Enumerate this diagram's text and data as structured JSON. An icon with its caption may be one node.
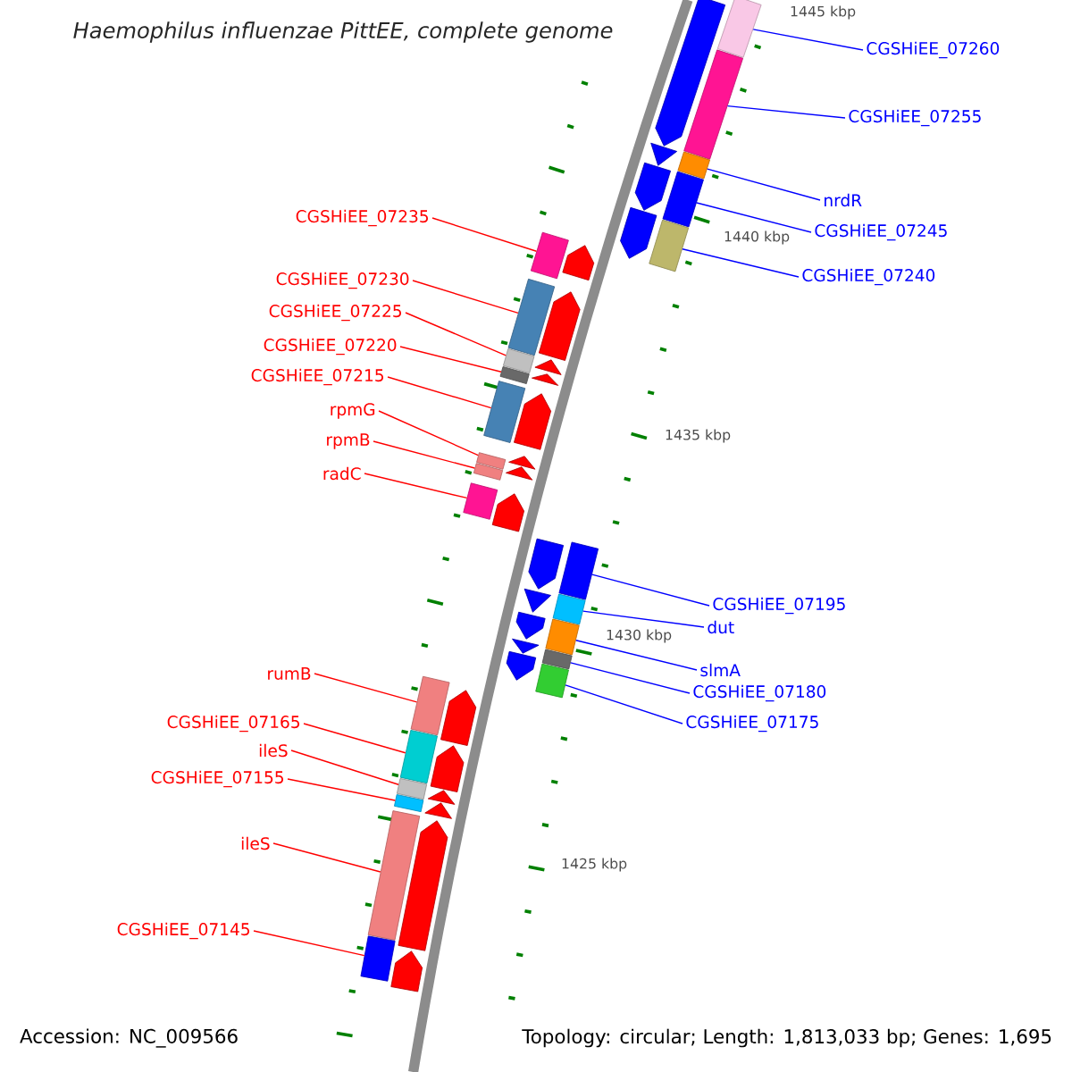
{
  "diagram": {
    "title": "Haemophilus influenzae PittEE, complete genome",
    "nodes": [
      {
        "text": [
          "CGSHiEE_07260"
        ]
      },
      {
        "text": [
          "CGSHiEE_07255"
        ]
      },
      {
        "text": [
          "nrdR"
        ]
      },
      {
        "text": [
          "CGSHiEE_07235"
        ]
      },
      {
        "text": [
          "CGSHiEE_07245"
        ]
      },
      {
        "text": [
          "CGSHiEE_07240"
        ]
      },
      {
        "text": [
          "CGSHiEE_07230"
        ]
      },
      {
        "text": [
          "CGSHiEE_07225"
        ]
      },
      {
        "text": [
          "CGSHiEE_07220"
        ]
      },
      {
        "text": [
          "CGSHiEE_07215"
        ]
      },
      {
        "text": [
          "rpmG"
        ]
      },
      {
        "text": [
          "rpmB"
        ]
      },
      {
        "text": [
          "radC"
        ]
      },
      {
        "text": [
          "CGSHiEE_07195"
        ]
      },
      {
        "text": [
          "dut"
        ]
      },
      {
        "text": [
          "slmA"
        ]
      },
      {
        "text": [
          "rumB"
        ]
      },
      {
        "text": [
          "CGSHiEE_07180"
        ]
      },
      {
        "text": [
          "CGSHiEE_07175"
        ]
      },
      {
        "text": [
          "CGSHiEE_07165"
        ]
      },
      {
        "text": [
          "ileS"
        ]
      },
      {
        "text": [
          "CGSHiEE_07155"
        ]
      },
      {
        "text": [
          "ileS"
        ]
      },
      {
        "text": [
          "CGSHiEE_07145"
        ]
      },
      {
        "text": [],
        "shape": "bar"
      },
      {
        "text": [],
        "shape": "bar"
      },
      {
        "text": [],
        "shape": "bar"
      },
      {
        "text": [],
        "shape": "bar"
      },
      {
        "text": [],
        "shape": "bar"
      },
      {
        "text": [],
        "shape": "bar"
      },
      {
        "text": [],
        "shape": "bar"
      },
      {
        "text": [],
        "shape": "bar"
      },
      {
        "text": [],
        "shape": "bar"
      },
      {
        "text": [],
        "shape": "bar"
      },
      {
        "text": [],
        "shape": "bar"
      },
      {
        "text": [],
        "shape": "bar"
      },
      {
        "text": [],
        "shape": "bar"
      },
      {
        "text": [],
        "shape": "bar"
      },
      {
        "text": [],
        "shape": "bar"
      },
      {
        "text": [],
        "shape": "bar"
      },
      {
        "text": [],
        "shape": "bar"
      },
      {
        "text": [],
        "shape": "bar"
      },
      {
        "text": [],
        "shape": "bar"
      },
      {
        "text": [],
        "shape": "bar"
      },
      {
        "text": [],
        "shape": "bar"
      },
      {
        "text": [],
        "shape": "bar"
      },
      {
        "text": [],
        "shape": "bar"
      },
      {
        "text": [],
        "shape": "bar"
      },
      {
        "text": [],
        "shape": "pentagon"
      },
      {
        "text": [],
        "shape": "pentagon"
      },
      {
        "text": [],
        "shape": "pentagon"
      },
      {
        "text": [],
        "shape": "pentagon"
      },
      {
        "text": [],
        "shape": "pentagon"
      },
      {
        "text": [],
        "shape": "pentagon"
      },
      {
        "text": [],
        "shape": "pentagon"
      },
      {
        "text": [],
        "shape": "pentagon"
      },
      {
        "text": [],
        "shape": "pentagon"
      },
      {
        "text": [],
        "shape": "pentagon"
      },
      {
        "text": [],
        "shape": "pentagon"
      },
      {
        "text": [],
        "shape": "pentagon"
      },
      {
        "text": [],
        "shape": "pentagon"
      },
      {
        "text": [],
        "shape": "pentagon"
      },
      {
        "text": [],
        "shape": "pentagon"
      },
      {
        "text": [],
        "shape": "pentagon"
      },
      {
        "text": [],
        "shape": "pentagon"
      },
      {
        "text": [],
        "shape": "pentagon"
      },
      {
        "text": [],
        "shape": "pentagon"
      },
      {
        "text": [],
        "shape": "pentagon"
      },
      {
        "text": [],
        "shape": "pentagon"
      },
      {
        "text": [],
        "shape": "pentagon"
      },
      {
        "text": [],
        "shape": "pentagon"
      }
    ],
    "edges": [
      {
        "from": 0,
        "to": 24,
        "arrow": "none",
        "color": "#0000ff"
      },
      {
        "from": 1,
        "to": 25,
        "arrow": "none",
        "color": "#0000ff"
      },
      {
        "from": 2,
        "to": 26,
        "arrow": "none",
        "color": "#0000ff"
      },
      {
        "from": 3,
        "to": 29,
        "arrow": "none"
      },
      {
        "from": 4,
        "to": 27,
        "arrow": "none",
        "color": "#0000ff"
      },
      {
        "from": 5,
        "to": 28,
        "arrow": "none",
        "color": "#0000ff"
      },
      {
        "from": 6,
        "to": 30,
        "arrow": "none"
      },
      {
        "from": 7,
        "to": 31,
        "arrow": "none"
      },
      {
        "from": 8,
        "to": 32,
        "arrow": "none"
      },
      {
        "from": 9,
        "to": 33,
        "arrow": "none"
      },
      {
        "from": 10,
        "to": 34,
        "arrow": "none"
      },
      {
        "from": 11,
        "to": 35,
        "arrow": "none"
      },
      {
        "from": 12,
        "to": 36,
        "arrow": "none"
      },
      {
        "from": 13,
        "to": 37,
        "arrow": "none",
        "color": "#0000ff"
      },
      {
        "from": 14,
        "to": 38,
        "arrow": "none",
        "color": "#0000ff"
      },
      {
        "from": 15,
        "to": 39,
        "arrow": "none",
        "color": "#0000ff"
      },
      {
        "from": 16,
        "to": 42,
        "arrow": "none"
      },
      {
        "from": 17,
        "to": 40,
        "arrow": "none",
        "color": "#0000ff"
      },
      {
        "from": 18,
        "to": 41,
        "arrow": "none",
        "color": "#0000ff"
      },
      {
        "from": 19,
        "to": 43,
        "arrow": "none"
      },
      {
        "from": 20,
        "to": 44,
        "arrow": "none"
      },
      {
        "from": 21,
        "to": 45,
        "arrow": "none"
      },
      {
        "from": 22,
        "to": 46,
        "arrow": "none"
      },
      {
        "from": 23,
        "to": 47,
        "arrow": "none"
      }
    ],
    "labels": [
      "1445 kbp",
      "1440 kbp",
      "1435 kbp",
      "1430 kbp",
      "1425 kbp",
      "Accession: NC_009566",
      "Topology: circular; Length: 1,813,033 bp; Genes: 1,695"
    ]
  }
}
